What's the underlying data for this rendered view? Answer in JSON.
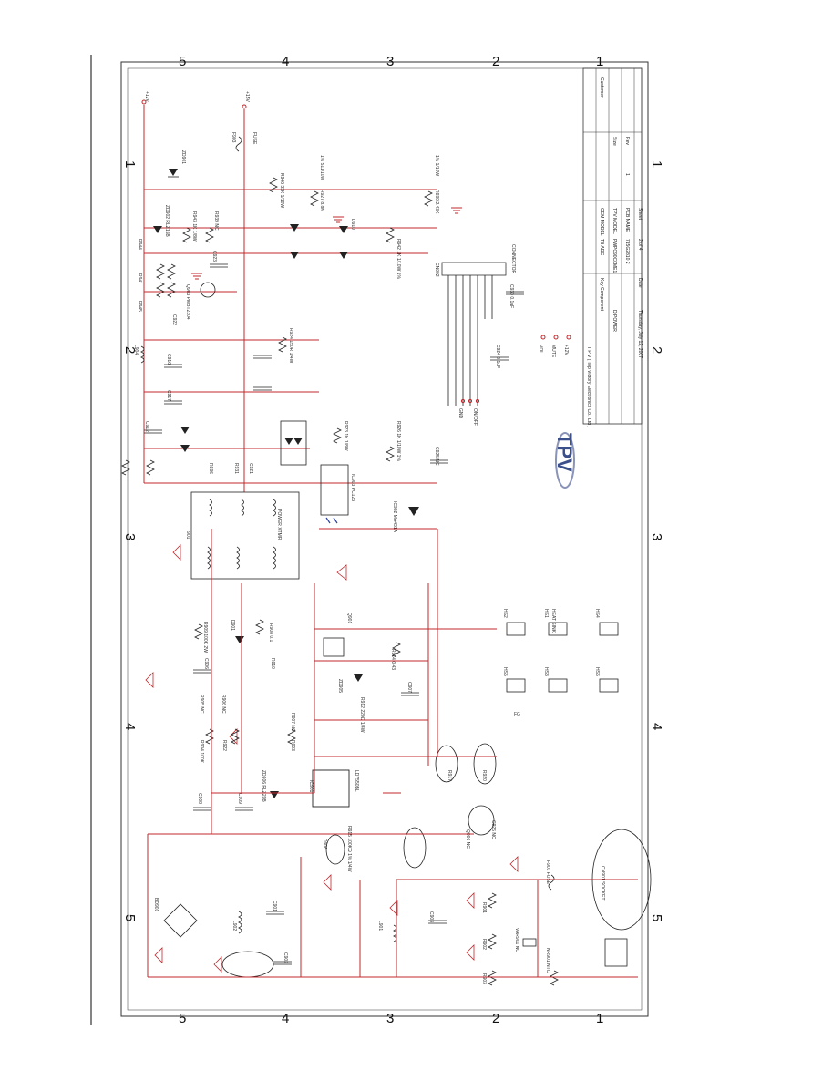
{
  "zones_top": [
    "5",
    "4",
    "3",
    "2",
    "1"
  ],
  "zones_bottom": [
    "5",
    "4",
    "3",
    "2",
    "1"
  ],
  "zones_left": [
    "1",
    "2",
    "3",
    "4",
    "5"
  ],
  "zones_right": [
    "1",
    "2",
    "3",
    "4",
    "5"
  ],
  "rails": {
    "v12": "+12V",
    "v15": "+15V"
  },
  "components": {
    "f903": "F903",
    "fuse": "FUSE",
    "zd901": "ZD901",
    "r946": "R946 33K 1/10W",
    "r947": "1% 511/10W",
    "r927": "R927 8.8K",
    "r930": "R930 2.43K",
    "r930b": "1% 1/10W",
    "d910": "D910",
    "r942": "R942 1K 1/10W 1%",
    "zd902": "ZD902 RLZ15B",
    "r943": "R943 1K 1/8W",
    "r939": "R939 NC",
    "r944": "R944",
    "r941": "R941",
    "r945": "R945",
    "q903": "Q903 PMBT2304",
    "c922": "C922",
    "c923": "C923",
    "cn902": "CN902",
    "connector": "CONNECTOR",
    "c930": "C930 0.1uF",
    "c924": "C924 0.1uF",
    "vol": "VOL",
    "mute": "MUTE",
    "plus12": "+12V",
    "on_off": "ON/OFF",
    "gnd": "GND",
    "l904": "L904",
    "c916": "C916",
    "c917": "C917",
    "c912": "C912",
    "r924": "R924 150R 1/4W",
    "r923": "R923 1K 1/8W",
    "r926": "R926 1K 1/10W 1%",
    "ic902": "IC902 MA431A",
    "c925": "C925 NC",
    "ic903": "IC903 PC123",
    "t901": "T901",
    "power_xfmr": "POWER XTMR",
    "r936": "R936",
    "r931": "R931",
    "c921": "C921",
    "r909": "R909 100K 2W",
    "d901": "D901",
    "r908": "R908 0.1",
    "c906": "C906",
    "r910": "R910",
    "r914": "R914 0.43",
    "q901": "Q901",
    "r912": "R912 220Ω 1/4W",
    "c907": "C907",
    "zd905": "ZD905",
    "r905": "R905 NC",
    "r906": "R906 NC",
    "r904": "R904 100K",
    "r907": "R907 NC",
    "r922": "R922",
    "r903": "R903",
    "ic901": "IC901",
    "ld7550": "LD7550BL",
    "zd906": "ZD906 RLZ20B",
    "c908": "C908",
    "c909": "C909",
    "r917": "R917",
    "r920": "R920",
    "q906": "Q906 NC",
    "c926": "C926 NC",
    "hs1": "HS1",
    "hs2": "HS2",
    "hs3": "HS3",
    "hs4": "HS4",
    "hs5": "HS5",
    "hs6": "HS6",
    "heatsink": "HEAT SINK",
    "fg": "FG",
    "bd901": "BD901",
    "l902": "L902",
    "c901": "C901",
    "c902": "C902",
    "l901": "L901",
    "c903": "C903",
    "r901": "R901",
    "r902": "R902",
    "r903b": "R903",
    "var901": "VAR901 NC",
    "nr901": "NR901 NTC",
    "f901": "F901 FUSE",
    "cn901": "CN901 SOCKET",
    "r915": "R915 100KΩ 1% 1/4W",
    "d906": "D906"
  },
  "titleblock": {
    "company_a": "T P V ( Top Victory Electronics Co., Ltd )",
    "company_b": "TPV",
    "customer": "Customer",
    "oem_model": "OEM MODEL",
    "tpv_model": "TPV MODEL",
    "pcb_name": "PCB NAME",
    "key_component": "Key Component",
    "date_label": "Date",
    "oem_model_val": "TB ADC",
    "tpv_model_val": "PWPC90C0ME1",
    "pcb_name_val": "715G2810 2",
    "key_component_val": "D.POWER",
    "date_val": "Thursday, July 12, 2007",
    "size": "Size",
    "rev": "Rev",
    "rev_val": "1",
    "sheet": "Sheet",
    "sheet_val": "2 of 4"
  }
}
